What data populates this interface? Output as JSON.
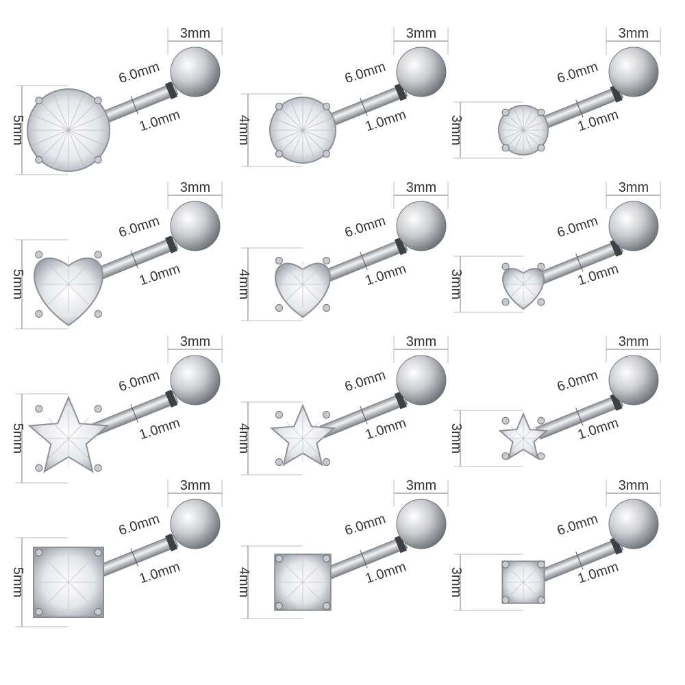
{
  "rows": [
    {
      "shape": "round",
      "cells": [
        {
          "height_label": "5mm",
          "size": 5,
          "ball_label": "3mm",
          "length_label": "6.0mm",
          "gauge_label": "1.0mm"
        },
        {
          "height_label": "4mm",
          "size": 4,
          "ball_label": "3mm",
          "length_label": "6.0mm",
          "gauge_label": "1.0mm"
        },
        {
          "height_label": "3mm",
          "size": 3,
          "ball_label": "3mm",
          "length_label": "6.0mm",
          "gauge_label": "1.0mm"
        }
      ]
    },
    {
      "shape": "heart",
      "cells": [
        {
          "height_label": "5mm",
          "size": 5,
          "ball_label": "3mm",
          "length_label": "6.0mm",
          "gauge_label": "1.0mm"
        },
        {
          "height_label": "4mm",
          "size": 4,
          "ball_label": "3mm",
          "length_label": "6.0mm",
          "gauge_label": "1.0mm"
        },
        {
          "height_label": "3mm",
          "size": 3,
          "ball_label": "3mm",
          "length_label": "6.0mm",
          "gauge_label": "1.0mm"
        }
      ]
    },
    {
      "shape": "star",
      "cells": [
        {
          "height_label": "5mm",
          "size": 5,
          "ball_label": "3mm",
          "length_label": "6.0mm",
          "gauge_label": "1.0mm"
        },
        {
          "height_label": "4mm",
          "size": 4,
          "ball_label": "3mm",
          "length_label": "6.0mm",
          "gauge_label": "1.0mm"
        },
        {
          "height_label": "3mm",
          "size": 3,
          "ball_label": "3mm",
          "length_label": "6.0mm",
          "gauge_label": "1.0mm"
        }
      ]
    },
    {
      "shape": "square",
      "cells": [
        {
          "height_label": "5mm",
          "size": 5,
          "ball_label": "3mm",
          "length_label": "6.0mm",
          "gauge_label": "1.0mm"
        },
        {
          "height_label": "4mm",
          "size": 4,
          "ball_label": "3mm",
          "length_label": "6.0mm",
          "gauge_label": "1.0mm"
        },
        {
          "height_label": "3mm",
          "size": 3,
          "ball_label": "3mm",
          "length_label": "6.0mm",
          "gauge_label": "1.0mm"
        }
      ]
    }
  ]
}
